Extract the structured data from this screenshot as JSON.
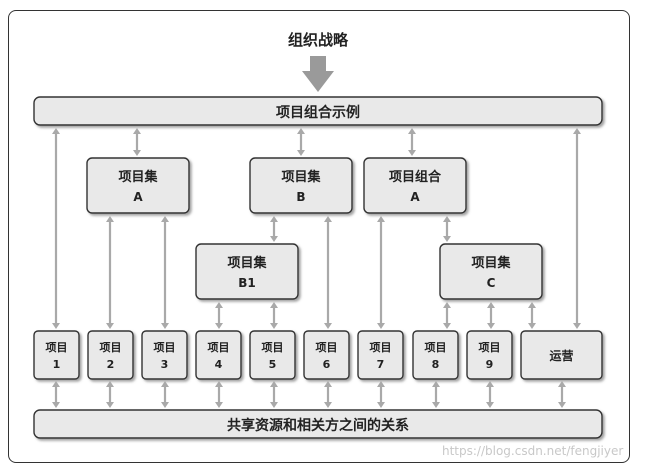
{
  "diagram": {
    "strategy_label": "组织战略",
    "portfolio_label": "项目组合示例",
    "shared_label": "共享资源和相关方之间的关系",
    "programs": [
      {
        "id": "program-a",
        "line1": "项目集",
        "line2": "A"
      },
      {
        "id": "program-b",
        "line1": "项目集",
        "line2": "B"
      },
      {
        "id": "portfolio-a",
        "line1": "项目组合",
        "line2": "A"
      },
      {
        "id": "program-b1",
        "line1": "项目集",
        "line2": "B1"
      },
      {
        "id": "program-c",
        "line1": "项目集",
        "line2": "C"
      }
    ],
    "projects": [
      {
        "line1": "项目",
        "line2": "1"
      },
      {
        "line1": "项目",
        "line2": "2"
      },
      {
        "line1": "项目",
        "line2": "3"
      },
      {
        "line1": "项目",
        "line2": "4"
      },
      {
        "line1": "项目",
        "line2": "5"
      },
      {
        "line1": "项目",
        "line2": "6"
      },
      {
        "line1": "项目",
        "line2": "7"
      },
      {
        "line1": "项目",
        "line2": "8"
      },
      {
        "line1": "项目",
        "line2": "9"
      },
      {
        "line1": "运营",
        "line2": ""
      }
    ],
    "colors": {
      "box_fill": "#e9e9e9",
      "box_stroke": "#333333",
      "arrow": "#a9a9a9",
      "shadow": "#9a9a9a"
    }
  },
  "watermark": "https://blog.csdn.net/fengjiyer"
}
